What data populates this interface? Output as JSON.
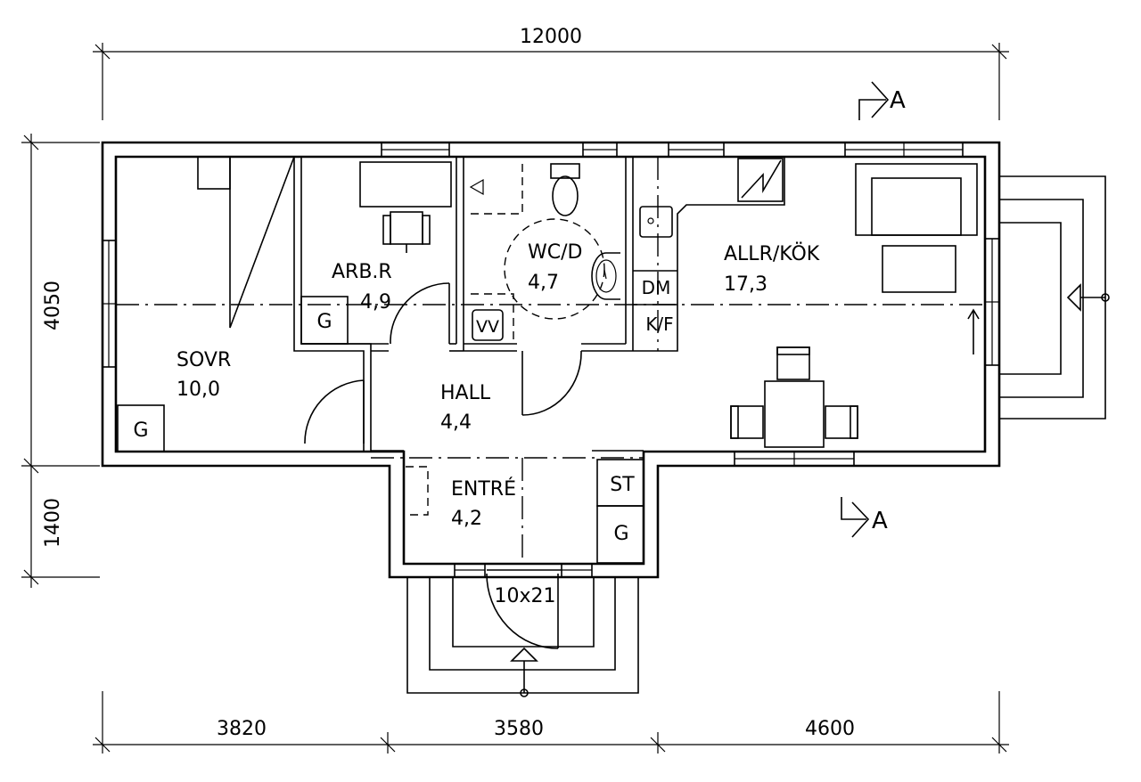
{
  "dimensions": {
    "total_width": "12000",
    "depth_main": "4050",
    "depth_entry": "1400",
    "seg_left": "3820",
    "seg_mid": "3580",
    "seg_right": "4600"
  },
  "rooms": {
    "sovr": {
      "name": "SOVR",
      "area": "10,0"
    },
    "arb": {
      "name": "ARB.R",
      "area": "4,9"
    },
    "wc": {
      "name": "WC/D",
      "area": "4,7"
    },
    "allr": {
      "name": "ALLR/KÖK",
      "area": "17,3"
    },
    "hall": {
      "name": "HALL",
      "area": "4,4"
    },
    "entre": {
      "name": "ENTRÉ",
      "area": "4,2"
    }
  },
  "fixtures": {
    "dm": "DM",
    "kf": "K/F",
    "vv": "VV",
    "st": "ST",
    "g": "G"
  },
  "door_size": "10x21",
  "section_marker": "A"
}
